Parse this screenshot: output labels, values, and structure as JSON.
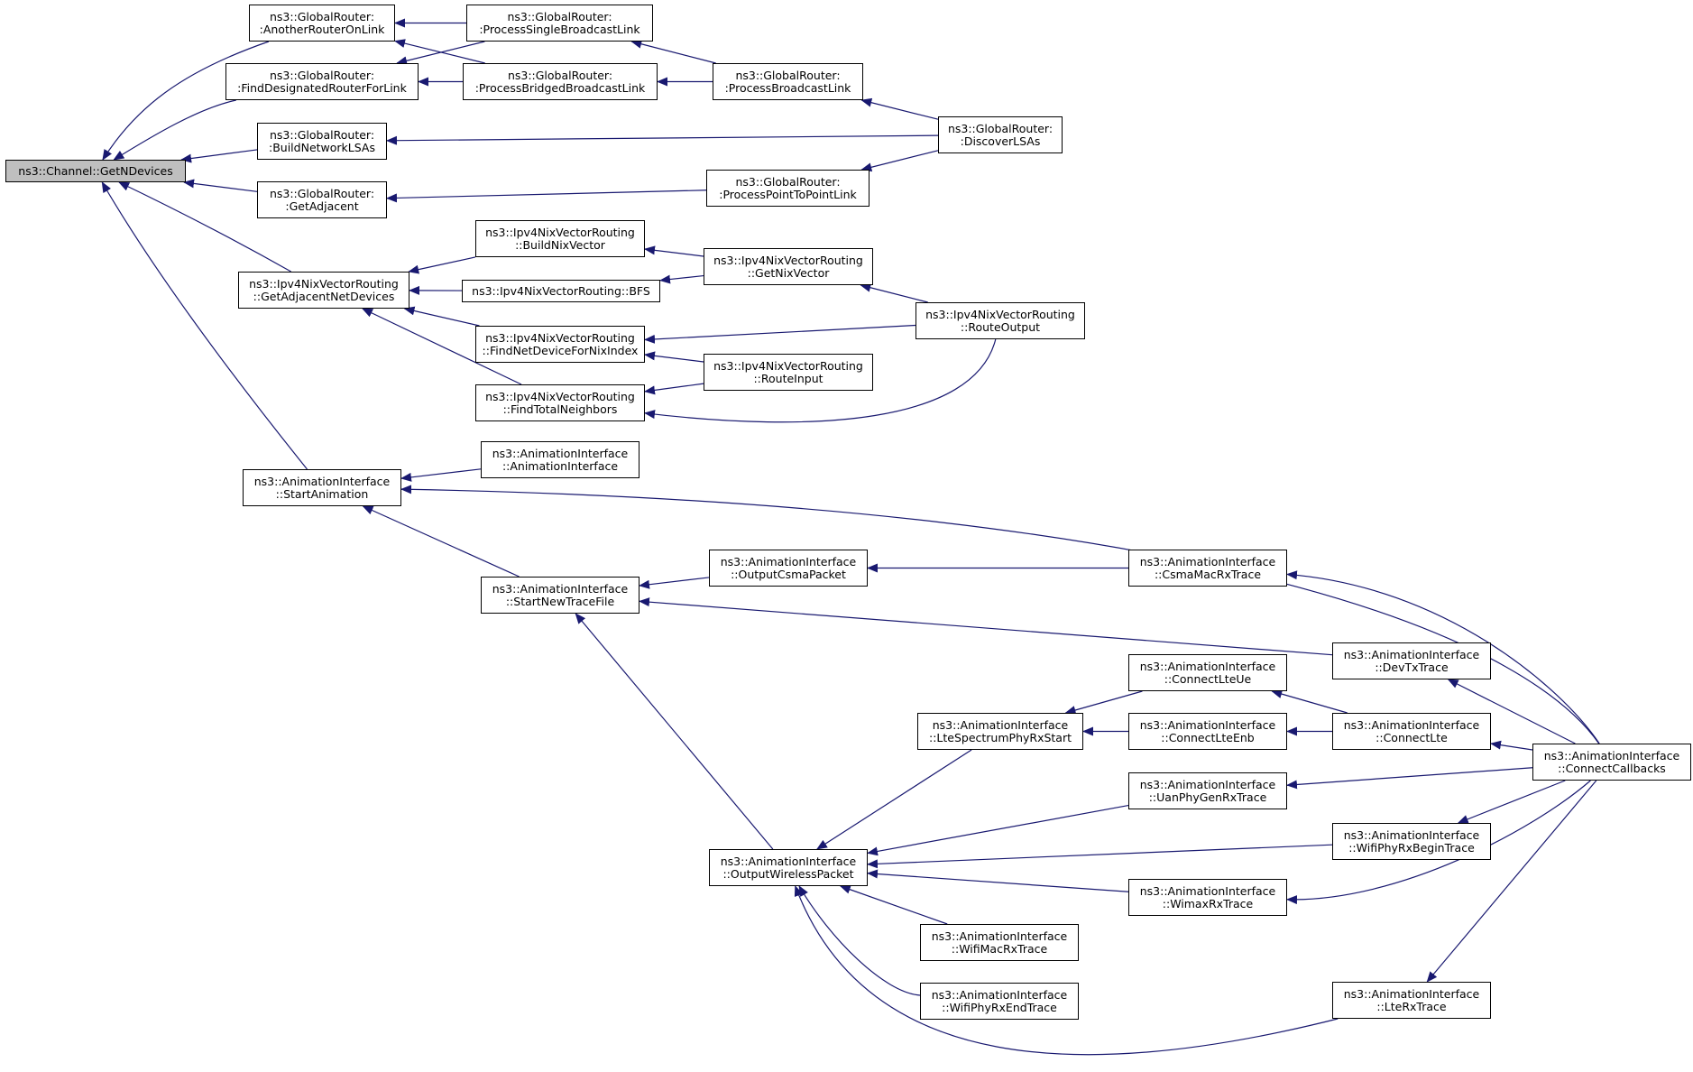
{
  "colors": {
    "edge": "#191970",
    "border": "#000000",
    "root_fill": "#bfbfbf",
    "fill": "#ffffff"
  },
  "nodes": [
    {
      "id": "getndevices",
      "lines": [
        "ns3::Channel::GetNDevices"
      ],
      "root": true
    },
    {
      "id": "anotherrouteronlink",
      "lines": [
        "ns3::GlobalRouter:",
        ":AnotherRouterOnLink"
      ]
    },
    {
      "id": "finddesignatedrouterforlink",
      "lines": [
        "ns3::GlobalRouter:",
        ":FindDesignatedRouterForLink"
      ]
    },
    {
      "id": "buildnetworklsas",
      "lines": [
        "ns3::GlobalRouter:",
        ":BuildNetworkLSAs"
      ]
    },
    {
      "id": "getadjacent",
      "lines": [
        "ns3::GlobalRouter:",
        ":GetAdjacent"
      ]
    },
    {
      "id": "getadjacentnetdevices",
      "lines": [
        "ns3::Ipv4NixVectorRouting",
        "::GetAdjacentNetDevices"
      ]
    },
    {
      "id": "startanimation",
      "lines": [
        "ns3::AnimationInterface",
        "::StartAnimation"
      ]
    },
    {
      "id": "processsinglebroadcastlink",
      "lines": [
        "ns3::GlobalRouter:",
        ":ProcessSingleBroadcastLink"
      ]
    },
    {
      "id": "processbridgedbroadcastlink",
      "lines": [
        "ns3::GlobalRouter:",
        ":ProcessBridgedBroadcastLink"
      ]
    },
    {
      "id": "processbroadcastlink",
      "lines": [
        "ns3::GlobalRouter:",
        ":ProcessBroadcastLink"
      ]
    },
    {
      "id": "discoverlsas",
      "lines": [
        "ns3::GlobalRouter:",
        ":DiscoverLSAs"
      ]
    },
    {
      "id": "processpointtopointlink",
      "lines": [
        "ns3::GlobalRouter:",
        ":ProcessPointToPointLink"
      ]
    },
    {
      "id": "buildnixvector",
      "lines": [
        "ns3::Ipv4NixVectorRouting",
        "::BuildNixVector"
      ]
    },
    {
      "id": "bfs",
      "lines": [
        "ns3::Ipv4NixVectorRouting::BFS"
      ]
    },
    {
      "id": "getnixvector",
      "lines": [
        "ns3::Ipv4NixVectorRouting",
        "::GetNixVector"
      ]
    },
    {
      "id": "findnetdevicefornixindex",
      "lines": [
        "ns3::Ipv4NixVectorRouting",
        "::FindNetDeviceForNixIndex"
      ]
    },
    {
      "id": "routeoutput",
      "lines": [
        "ns3::Ipv4NixVectorRouting",
        "::RouteOutput"
      ]
    },
    {
      "id": "routeinput",
      "lines": [
        "ns3::Ipv4NixVectorRouting",
        "::RouteInput"
      ]
    },
    {
      "id": "findtotalneighbors",
      "lines": [
        "ns3::Ipv4NixVectorRouting",
        "::FindTotalNeighbors"
      ]
    },
    {
      "id": "animationinterface",
      "lines": [
        "ns3::AnimationInterface",
        "::AnimationInterface"
      ]
    },
    {
      "id": "startnewtracefile",
      "lines": [
        "ns3::AnimationInterface",
        "::StartNewTraceFile"
      ]
    },
    {
      "id": "outputcsmapacket",
      "lines": [
        "ns3::AnimationInterface",
        "::OutputCsmaPacket"
      ]
    },
    {
      "id": "csmamacrxtrace",
      "lines": [
        "ns3::AnimationInterface",
        "::CsmaMacRxTrace"
      ]
    },
    {
      "id": "devtxtrace",
      "lines": [
        "ns3::AnimationInterface",
        "::DevTxTrace"
      ]
    },
    {
      "id": "connectlteue",
      "lines": [
        "ns3::AnimationInterface",
        "::ConnectLteUe"
      ]
    },
    {
      "id": "ltespectrumphyrxstart",
      "lines": [
        "ns3::AnimationInterface",
        "::LteSpectrumPhyRxStart"
      ]
    },
    {
      "id": "connectlteenb",
      "lines": [
        "ns3::AnimationInterface",
        "::ConnectLteEnb"
      ]
    },
    {
      "id": "connectlte",
      "lines": [
        "ns3::AnimationInterface",
        "::ConnectLte"
      ]
    },
    {
      "id": "connectcallbacks",
      "lines": [
        "ns3::AnimationInterface",
        "::ConnectCallbacks"
      ]
    },
    {
      "id": "uanphygenrxtrace",
      "lines": [
        "ns3::AnimationInterface",
        "::UanPhyGenRxTrace"
      ]
    },
    {
      "id": "wifiphyrxbegintrace",
      "lines": [
        "ns3::AnimationInterface",
        "::WifiPhyRxBeginTrace"
      ]
    },
    {
      "id": "outputwirelesspacket",
      "lines": [
        "ns3::AnimationInterface",
        "::OutputWirelessPacket"
      ]
    },
    {
      "id": "wimaxrxtrace",
      "lines": [
        "ns3::AnimationInterface",
        "::WimaxRxTrace"
      ]
    },
    {
      "id": "wifimacrxtrace",
      "lines": [
        "ns3::AnimationInterface",
        "::WifiMacRxTrace"
      ]
    },
    {
      "id": "wifiphyrxendtrace",
      "lines": [
        "ns3::AnimationInterface",
        "::WifiPhyRxEndTrace"
      ]
    },
    {
      "id": "ltertrace",
      "lines": [
        "ns3::AnimationInterface",
        "::LteRxTrace"
      ]
    }
  ],
  "edges": [
    [
      "anotherrouteronlink",
      "getndevices"
    ],
    [
      "finddesignatedrouterforlink",
      "getndevices"
    ],
    [
      "buildnetworklsas",
      "getndevices"
    ],
    [
      "getadjacent",
      "getndevices"
    ],
    [
      "getadjacentnetdevices",
      "getndevices"
    ],
    [
      "startanimation",
      "getndevices"
    ],
    [
      "processsinglebroadcastlink",
      "anotherrouteronlink"
    ],
    [
      "processbridgedbroadcastlink",
      "anotherrouteronlink"
    ],
    [
      "processsinglebroadcastlink",
      "finddesignatedrouterforlink"
    ],
    [
      "processbridgedbroadcastlink",
      "finddesignatedrouterforlink"
    ],
    [
      "processbroadcastlink",
      "processsinglebroadcastlink"
    ],
    [
      "processbroadcastlink",
      "processbridgedbroadcastlink"
    ],
    [
      "discoverlsas",
      "processbroadcastlink"
    ],
    [
      "discoverlsas",
      "buildnetworklsas"
    ],
    [
      "discoverlsas",
      "processpointtopointlink"
    ],
    [
      "processpointtopointlink",
      "getadjacent"
    ],
    [
      "buildnixvector",
      "getadjacentnetdevices"
    ],
    [
      "bfs",
      "getadjacentnetdevices"
    ],
    [
      "findnetdevicefornixindex",
      "getadjacentnetdevices"
    ],
    [
      "findtotalneighbors",
      "getadjacentnetdevices"
    ],
    [
      "getnixvector",
      "buildnixvector"
    ],
    [
      "getnixvector",
      "bfs"
    ],
    [
      "routeoutput",
      "getnixvector"
    ],
    [
      "routeoutput",
      "findnetdevicefornixindex"
    ],
    [
      "routeinput",
      "findnetdevicefornixindex"
    ],
    [
      "routeinput",
      "findtotalneighbors"
    ],
    [
      "routeoutput",
      "findtotalneighbors"
    ],
    [
      "animationinterface",
      "startanimation"
    ],
    [
      "startnewtracefile",
      "startanimation"
    ],
    [
      "connectcallbacks",
      "startanimation"
    ],
    [
      "outputcsmapacket",
      "startnewtracefile"
    ],
    [
      "devtxtrace",
      "startnewtracefile"
    ],
    [
      "outputwirelesspacket",
      "startnewtracefile"
    ],
    [
      "csmamacrxtrace",
      "outputcsmapacket"
    ],
    [
      "connectcallbacks",
      "csmamacrxtrace"
    ],
    [
      "connectcallbacks",
      "devtxtrace"
    ],
    [
      "connectlteue",
      "ltespectrumphyrxstart"
    ],
    [
      "connectlteenb",
      "ltespectrumphyrxstart"
    ],
    [
      "connectlte",
      "connectlteue"
    ],
    [
      "connectlte",
      "connectlteenb"
    ],
    [
      "connectcallbacks",
      "connectlte"
    ],
    [
      "ltespectrumphyrxstart",
      "outputwirelesspacket"
    ],
    [
      "uanphygenrxtrace",
      "outputwirelesspacket"
    ],
    [
      "wifiphyrxbegintrace",
      "outputwirelesspacket"
    ],
    [
      "wimaxrxtrace",
      "outputwirelesspacket"
    ],
    [
      "wifimacrxtrace",
      "outputwirelesspacket"
    ],
    [
      "wifiphyrxendtrace",
      "outputwirelesspacket"
    ],
    [
      "ltertrace",
      "outputwirelesspacket"
    ],
    [
      "connectcallbacks",
      "uanphygenrxtrace"
    ],
    [
      "connectcallbacks",
      "wifiphyrxbegintrace"
    ],
    [
      "connectcallbacks",
      "wimaxrxtrace"
    ],
    [
      "connectcallbacks",
      "ltertrace"
    ]
  ]
}
